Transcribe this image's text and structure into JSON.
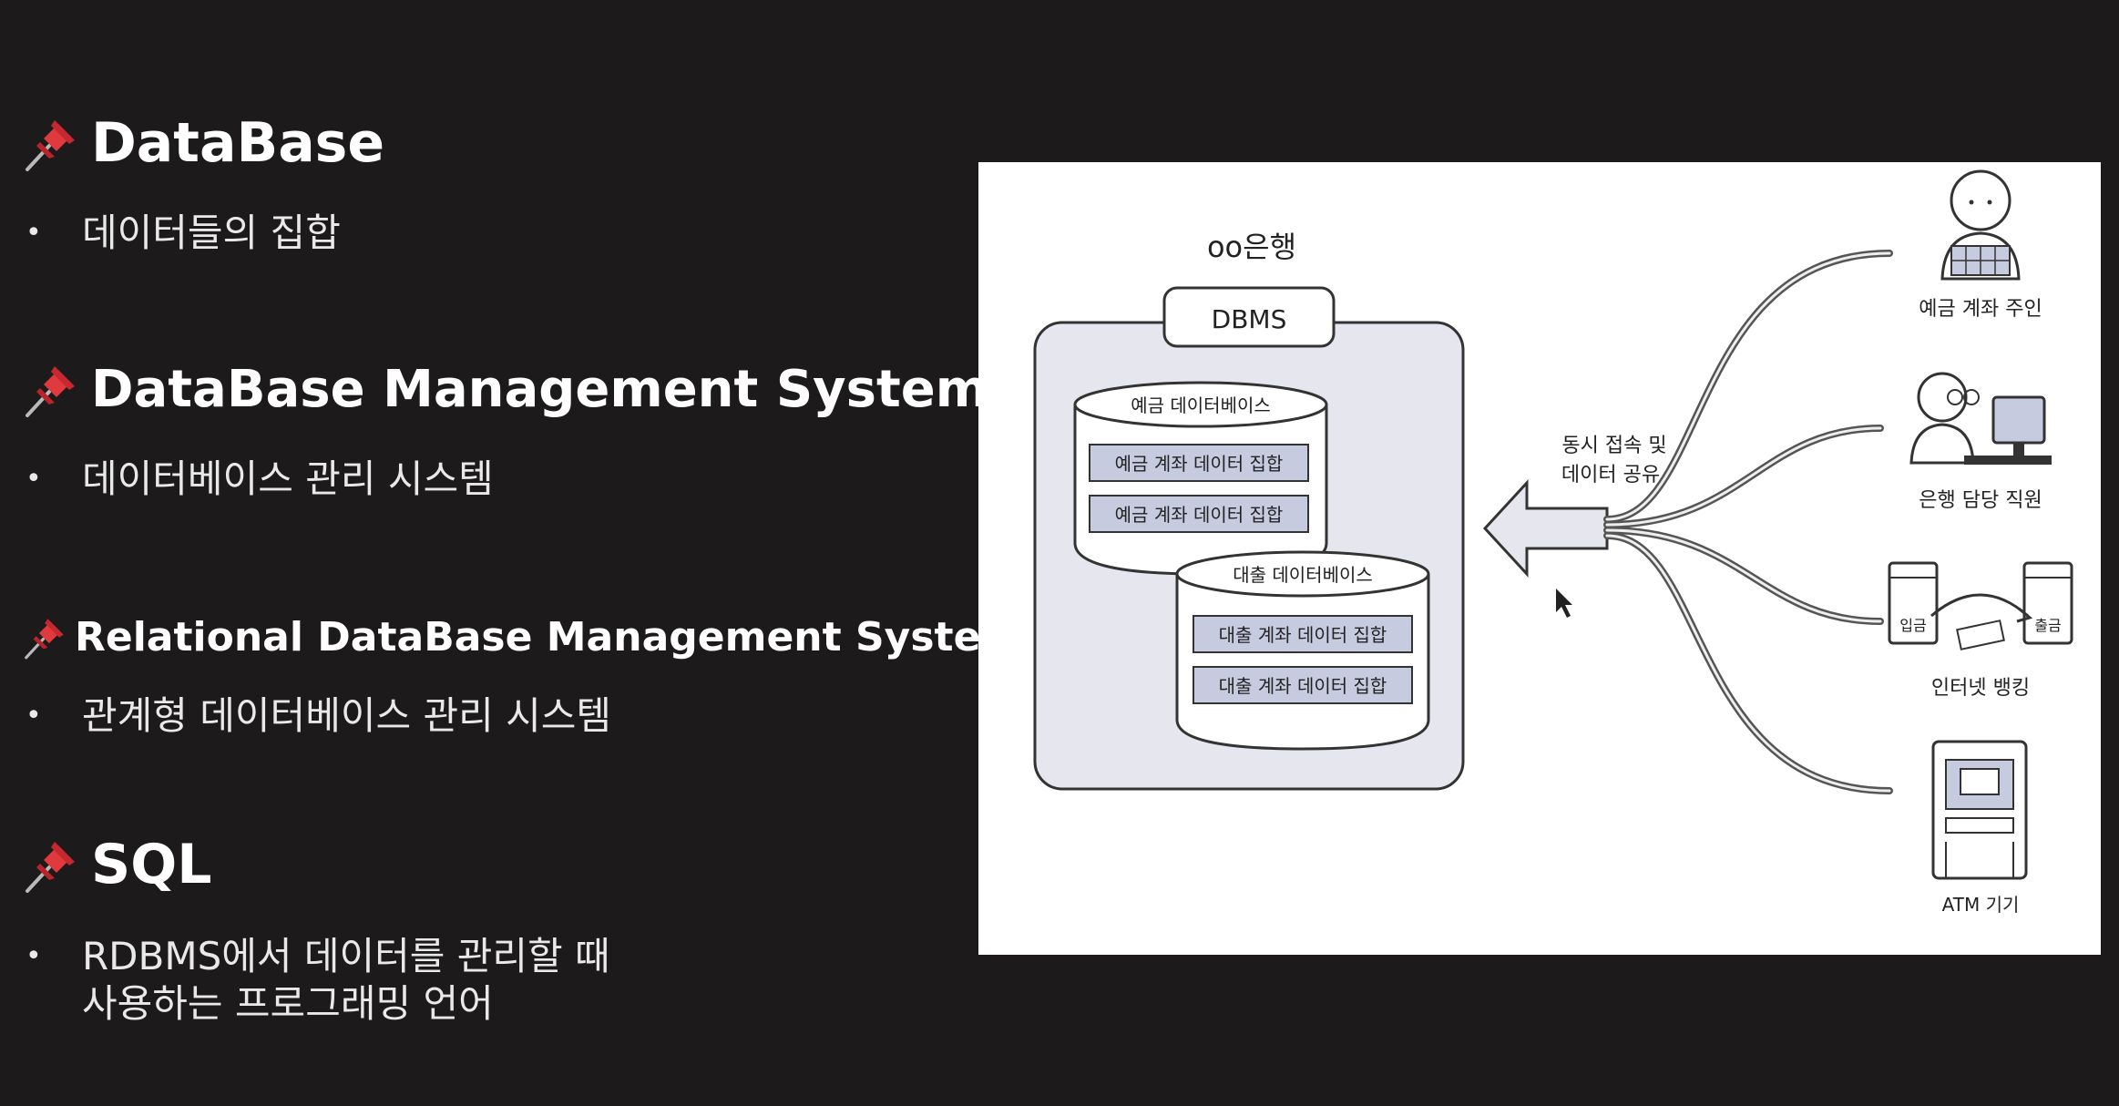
{
  "sections": [
    {
      "title": "DataBase",
      "bullet": "데이터들의 집합"
    },
    {
      "title": "DataBase Management System",
      "bullet": "데이터베이스 관리 시스템"
    },
    {
      "title": "Relational DataBase Management System",
      "bullet": "관계형 데이터베이스 관리 시스템"
    },
    {
      "title": "SQL",
      "bullet_line1": "RDBMS에서 데이터를 관리할 때",
      "bullet_line2": "사용하는 프로그래밍 언어"
    }
  ],
  "bullet_char": "•",
  "diagram": {
    "bank_label": "oo은행",
    "dbms_label": "DBMS",
    "deposit_db": "예금 데이터베이스",
    "deposit_rows": [
      "예금 계좌 데이터 집합",
      "예금 계좌 데이터 집합"
    ],
    "loan_db": "대출 데이터베이스",
    "loan_rows": [
      "대출 계좌 데이터 집합",
      "대출 계좌 데이터 집합"
    ],
    "shared_access_line1": "동시 접속 및",
    "shared_access_line2": "데이터 공유",
    "users": [
      "예금 계좌 주인",
      "은행 담당 직원",
      "인터넷 뱅킹",
      "ATM 기기"
    ],
    "banking_in": "입금",
    "banking_out": "출금"
  },
  "colors": {
    "background": "#1c1a1b",
    "pin_red": "#e0393e",
    "panel": "#ffffff",
    "diagram_fill": "#e6e7ee",
    "row_fill": "#c7cbe0"
  }
}
